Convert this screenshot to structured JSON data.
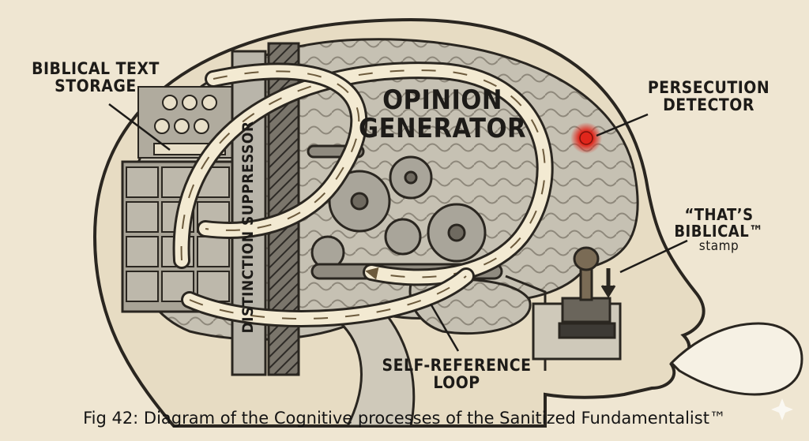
{
  "labels": {
    "storage": [
      "BIBLICAL TEXT",
      "STORAGE"
    ],
    "suppressor": "DISTINCTION SUPPRESSOR",
    "generator": [
      "OPINION",
      "GENERATOR"
    ],
    "persecution": [
      "PERSECUTION",
      "DETECTOR"
    ],
    "stamp": [
      "“THAT’S",
      "BIBLICAL™",
      "stamp"
    ],
    "loop": [
      "SELF-REFERENCE",
      "LOOP"
    ]
  },
  "caption": "Fig 42: Diagram of the Cognitive processes of the Sanitized Fundamentalist™",
  "colors": {
    "background": "#efe6d2",
    "brain": "#c9c5b8",
    "ink": "#1d1b18",
    "detector": "#e0261b",
    "arrow": "#f3ead2"
  }
}
